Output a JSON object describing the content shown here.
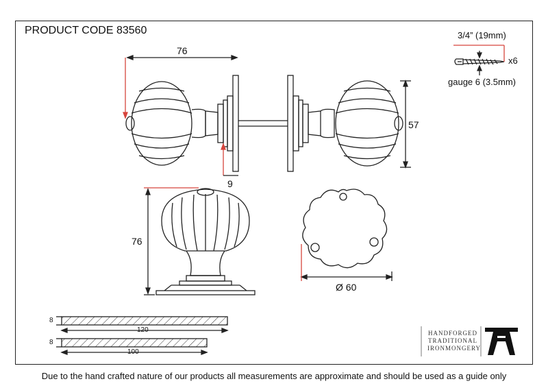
{
  "header": {
    "product_code": "PRODUCT CODE 83560"
  },
  "dimensions": {
    "knob_width_top": "76",
    "rose_depth": "9",
    "knob_height_side": "57",
    "knob_height_front": "76",
    "rose_diameter": "Ø 60",
    "spindle_1_thickness": "8",
    "spindle_1_length": "120",
    "spindle_2_thickness": "8",
    "spindle_2_length": "100"
  },
  "screw": {
    "length": "3/4” (19mm)",
    "quantity": "x6",
    "gauge": "gauge 6 (3.5mm)"
  },
  "logo": {
    "line1": "HANDFORGED",
    "line2": "TRADITIONAL",
    "line3": "IRONMONGERY",
    "mark": "anvil-logo"
  },
  "footer": {
    "disclaimer": "Due to the hand crafted nature of our products all measurements are approximate and should be used as a guide only"
  },
  "colors": {
    "line": "#222222",
    "accent": "#d6443c"
  }
}
